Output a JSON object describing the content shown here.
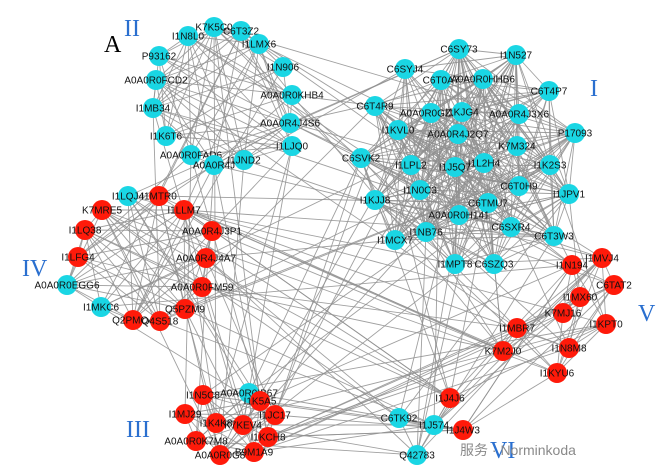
{
  "panel_letter": "A",
  "watermark": "服务 · Norminkoda",
  "colors": {
    "cyan": "#1ad6e4",
    "red": "#ff1a0a",
    "edge": "#8f8f8f",
    "cluster_label": "#2a6fcf"
  },
  "clusters": [
    {
      "id": "II",
      "label": "II"
    },
    {
      "id": "I",
      "label": "I"
    },
    {
      "id": "IV",
      "label": "IV"
    },
    {
      "id": "V",
      "label": "V"
    },
    {
      "id": "III",
      "label": "III"
    },
    {
      "id": "VI",
      "label": "VI"
    }
  ],
  "nodes": [
    {
      "label": "K7K5C0",
      "color": "cyan",
      "cluster": "II"
    },
    {
      "label": "C6T3Z2",
      "color": "cyan",
      "cluster": "II"
    },
    {
      "label": "I1N8L0",
      "color": "cyan",
      "cluster": "II"
    },
    {
      "label": "I1LMX6",
      "color": "cyan",
      "cluster": "II"
    },
    {
      "label": "P93162",
      "color": "cyan",
      "cluster": "II"
    },
    {
      "label": "A0A0R0FCD2",
      "color": "cyan",
      "cluster": "II"
    },
    {
      "label": "I1N906",
      "color": "cyan",
      "cluster": "II"
    },
    {
      "label": "I1MB34",
      "color": "cyan",
      "cluster": "II"
    },
    {
      "label": "A0A0R0KHB4",
      "color": "cyan",
      "cluster": "II"
    },
    {
      "label": "A0A0R4J4S6",
      "color": "cyan",
      "cluster": "II"
    },
    {
      "label": "I1K6T6",
      "color": "cyan",
      "cluster": "II"
    },
    {
      "label": "A0A0R0FAD6",
      "color": "cyan",
      "cluster": "II"
    },
    {
      "label": "I1LJQ0",
      "color": "cyan",
      "cluster": "II"
    },
    {
      "label": "A0A0R4J",
      "color": "cyan",
      "cluster": "II"
    },
    {
      "label": "I1JND2",
      "color": "cyan",
      "cluster": "II"
    },
    {
      "label": "C6SY73",
      "color": "cyan",
      "cluster": "I"
    },
    {
      "label": "I1N527",
      "color": "cyan",
      "cluster": "I"
    },
    {
      "label": "C6SYJ4",
      "color": "cyan",
      "cluster": "I"
    },
    {
      "label": "C6T0A7",
      "color": "cyan",
      "cluster": "I"
    },
    {
      "label": "A0A0R0HHB6",
      "color": "cyan",
      "cluster": "I"
    },
    {
      "label": "C6T4P7",
      "color": "cyan",
      "cluster": "I"
    },
    {
      "label": "C6T4R9",
      "color": "cyan",
      "cluster": "I"
    },
    {
      "label": "A0A0R0GZ30",
      "color": "cyan",
      "cluster": "I"
    },
    {
      "label": "I1KJG4",
      "color": "cyan",
      "cluster": "I"
    },
    {
      "label": "A0A0R4J3X6",
      "color": "cyan",
      "cluster": "I"
    },
    {
      "label": "I1KVL0",
      "color": "cyan",
      "cluster": "I"
    },
    {
      "label": "A0A0R4J2Q7",
      "color": "cyan",
      "cluster": "I"
    },
    {
      "label": "P17093",
      "color": "cyan",
      "cluster": "I"
    },
    {
      "label": "K7M324",
      "color": "cyan",
      "cluster": "I"
    },
    {
      "label": "C6SVK2",
      "color": "cyan",
      "cluster": "I"
    },
    {
      "label": "I1LPL2",
      "color": "cyan",
      "cluster": "I"
    },
    {
      "label": "I1J5Q7",
      "color": "cyan",
      "cluster": "I"
    },
    {
      "label": "I1L2H4",
      "color": "cyan",
      "cluster": "I"
    },
    {
      "label": "I1K2S3",
      "color": "cyan",
      "cluster": "I"
    },
    {
      "label": "I1N0C3",
      "color": "cyan",
      "cluster": "I"
    },
    {
      "label": "C6T0H9",
      "color": "cyan",
      "cluster": "I"
    },
    {
      "label": "I1JPV1",
      "color": "cyan",
      "cluster": "I"
    },
    {
      "label": "I1KJJ8",
      "color": "cyan",
      "cluster": "I"
    },
    {
      "label": "C6TMU7",
      "color": "cyan",
      "cluster": "I"
    },
    {
      "label": "A0A0R0H141",
      "color": "cyan",
      "cluster": "I"
    },
    {
      "label": "C6SXR4",
      "color": "cyan",
      "cluster": "I"
    },
    {
      "label": "C6T3W3",
      "color": "cyan",
      "cluster": "I"
    },
    {
      "label": "I1NB76",
      "color": "cyan",
      "cluster": "I"
    },
    {
      "label": "I1MCX7",
      "color": "cyan",
      "cluster": "I"
    },
    {
      "label": "I1MPT8",
      "color": "cyan",
      "cluster": "I"
    },
    {
      "label": "C6SZQ3",
      "color": "cyan",
      "cluster": "I"
    },
    {
      "label": "I1LQJ4",
      "color": "cyan",
      "cluster": "IV"
    },
    {
      "label": "I1MTR0",
      "color": "red",
      "cluster": "IV"
    },
    {
      "label": "K7MRE5",
      "color": "red",
      "cluster": "IV"
    },
    {
      "label": "I1LLM7",
      "color": "red",
      "cluster": "IV"
    },
    {
      "label": "I1LQ38",
      "color": "red",
      "cluster": "IV"
    },
    {
      "label": "A0A0R4J3P1",
      "color": "red",
      "cluster": "IV"
    },
    {
      "label": "I1LFG4",
      "color": "red",
      "cluster": "IV"
    },
    {
      "label": "A0A0R4J4A7",
      "color": "red",
      "cluster": "IV"
    },
    {
      "label": "A0A0R0EGG6",
      "color": "cyan",
      "cluster": "IV"
    },
    {
      "label": "A0A0R0FM59",
      "color": "red",
      "cluster": "IV"
    },
    {
      "label": "I1MKC6",
      "color": "cyan",
      "cluster": "IV"
    },
    {
      "label": "Q5PZM9",
      "color": "red",
      "cluster": "IV"
    },
    {
      "label": "Q2PMO4",
      "color": "red",
      "cluster": "IV"
    },
    {
      "label": "Q4S518",
      "color": "red",
      "cluster": "IV"
    },
    {
      "label": "I1MVJ4",
      "color": "red",
      "cluster": "V"
    },
    {
      "label": "I1N194",
      "color": "red",
      "cluster": "V"
    },
    {
      "label": "C6TAT2",
      "color": "red",
      "cluster": "V"
    },
    {
      "label": "I1MX60",
      "color": "red",
      "cluster": "V"
    },
    {
      "label": "K7MJ16",
      "color": "red",
      "cluster": "V"
    },
    {
      "label": "I1KPT0",
      "color": "red",
      "cluster": "V"
    },
    {
      "label": "I1MBR7",
      "color": "red",
      "cluster": "V"
    },
    {
      "label": "K7M2J0",
      "color": "red",
      "cluster": "V"
    },
    {
      "label": "I1N8M8",
      "color": "red",
      "cluster": "V"
    },
    {
      "label": "I1KYU6",
      "color": "red",
      "cluster": "V"
    },
    {
      "label": "I1N5C8",
      "color": "red",
      "cluster": "III"
    },
    {
      "label": "A0A0R0IB67",
      "color": "cyan",
      "cluster": "III"
    },
    {
      "label": "I1K5A5",
      "color": "red",
      "cluster": "III"
    },
    {
      "label": "I1MJ29",
      "color": "red",
      "cluster": "III"
    },
    {
      "label": "I1JC17",
      "color": "red",
      "cluster": "III"
    },
    {
      "label": "I1K4K8",
      "color": "red",
      "cluster": "III"
    },
    {
      "label": "K7KEV4",
      "color": "red",
      "cluster": "III"
    },
    {
      "label": "I1KCH8",
      "color": "red",
      "cluster": "III"
    },
    {
      "label": "A0A0R0K7M8",
      "color": "red",
      "cluster": "III"
    },
    {
      "label": "A0A0R0G8",
      "color": "red",
      "cluster": "III"
    },
    {
      "label": "B9M1A9",
      "color": "red",
      "cluster": "III"
    },
    {
      "label": "I1J4J6",
      "color": "red",
      "cluster": "VI"
    },
    {
      "label": "C6TK92",
      "color": "cyan",
      "cluster": "VI"
    },
    {
      "label": "I1J574",
      "color": "cyan",
      "cluster": "VI"
    },
    {
      "label": "I1J4W3",
      "color": "red",
      "cluster": "VI"
    },
    {
      "label": "Q42783",
      "color": "cyan",
      "cluster": "VI"
    }
  ],
  "intercluster_links": [
    [
      "II",
      "I"
    ],
    [
      "II",
      "IV"
    ],
    [
      "II",
      "III"
    ],
    [
      "II",
      "V"
    ],
    [
      "I",
      "IV"
    ],
    [
      "I",
      "V"
    ],
    [
      "I",
      "III"
    ],
    [
      "I",
      "VI"
    ],
    [
      "IV",
      "V"
    ],
    [
      "IV",
      "III"
    ],
    [
      "IV",
      "VI"
    ],
    [
      "V",
      "III"
    ],
    [
      "V",
      "VI"
    ],
    [
      "III",
      "VI"
    ]
  ]
}
